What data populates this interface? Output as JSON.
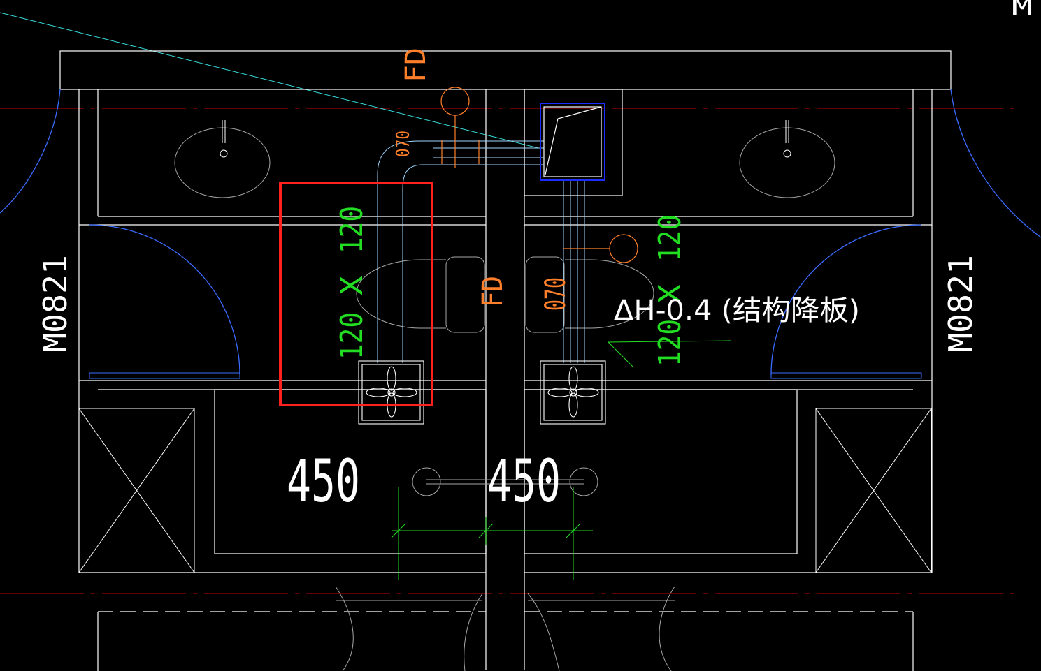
{
  "labels": {
    "corner_mark": "M",
    "door_left": "M0821",
    "door_right": "M0821",
    "fd_top": "FD",
    "fd_middle": "FD",
    "duct_size_left_a": "120",
    "duct_size_left_x": "X",
    "duct_size_left_b": "120",
    "duct_size_right_a": "120",
    "duct_size_right_x": "X",
    "duct_size_right_b": "120",
    "pipe_dia_top": "070",
    "pipe_dia_mid": "070",
    "slab_note": "ΔH-0.4 (结构降板)",
    "dim_left": "450",
    "dim_right": "450"
  },
  "colors": {
    "background": "#000000",
    "wall": "#ffffff",
    "fixture": "#a6a6a6",
    "axis": "#c00000",
    "door_arc": "#3a6bff",
    "duct": "#9fd6ff",
    "fire_damper": "#ff7f2a",
    "duct_dim": "#22dd22",
    "leader": "#38e0e0",
    "highlight": "#ff2020",
    "shaft_frame": "#1a2cff"
  },
  "icons": {
    "exhaust_fan": "fan-icon",
    "fire_damper": "fire-damper-icon",
    "riser_shaft": "riser-shaft-icon"
  }
}
